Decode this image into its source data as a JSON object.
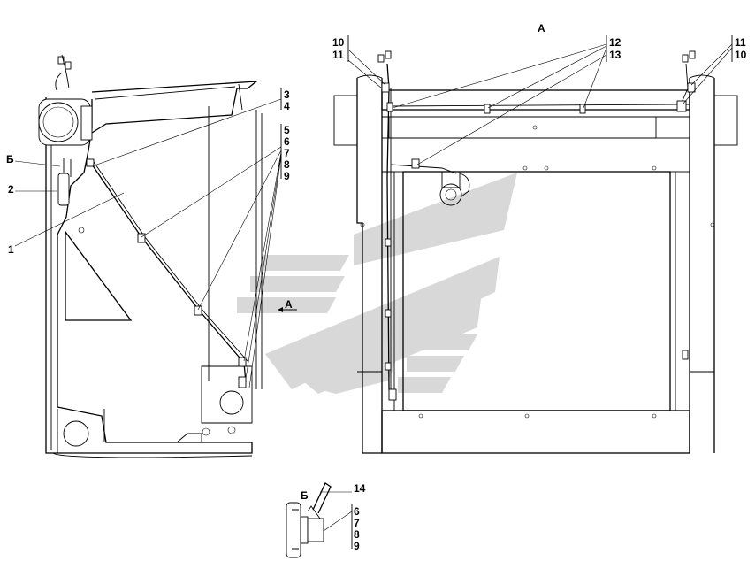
{
  "view_labels": {
    "view_a_title": "А",
    "view_b_title": "Б",
    "arrow_a": "А",
    "left_b": "Б"
  },
  "left_callouts": {
    "c1": "1",
    "c2": "2",
    "c3": "3",
    "c4": "4",
    "c5": "5",
    "c6": "6",
    "c7": "7",
    "c8": "8",
    "c9": "9"
  },
  "right_callouts": {
    "l10": "10",
    "l11": "11",
    "m12": "12",
    "m13": "13",
    "r11": "11",
    "r10": "10"
  },
  "detail_callouts": {
    "d14": "14",
    "d6": "6",
    "d7": "7",
    "d8": "8",
    "d9": "9"
  },
  "colors": {
    "line": "#000000",
    "watermark": "#d8d8d8",
    "background": "#ffffff"
  }
}
